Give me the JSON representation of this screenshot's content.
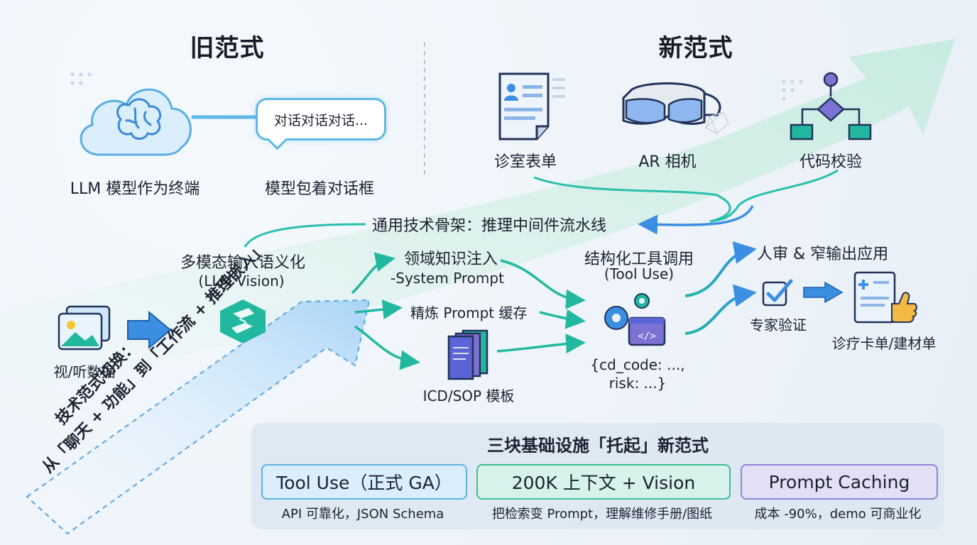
{
  "old": {
    "title": "旧范式",
    "llm_label": "LLM 模型作为终端",
    "bubble_text": "对话对话对话...",
    "dialog_label": "模型包着对话框"
  },
  "new": {
    "title": "新范式",
    "form_label": "诊室表单",
    "ar_label": "AR 相机",
    "code_label": "代码校验"
  },
  "backbone_label": "通用技术骨架：推理中间件流水线",
  "pipeline": {
    "input_label": "视/听数据",
    "multimodal_title": "多模态输入语义化",
    "multimodal_sub": "(LLM Vision)",
    "domain_title": "领域知识注入",
    "domain_sub": "-System Prompt",
    "cache_label": "精炼 Prompt 缓存",
    "template_label": "ICD/SOP 模板",
    "tool_title": "结构化工具调用",
    "tool_sub": "(Tool Use)",
    "json_line1": "{cd_code: ...,",
    "json_line2": "risk: ...}",
    "review_title": "人审 & 窄输出应用",
    "expert_label": "专家验证",
    "output_label": "诊疗卡单/建材单"
  },
  "shift_arrow": {
    "line1": "技术范式切换：",
    "line2": "从「聊天 + 功能」到「工作流 + 推理嵌入」"
  },
  "infra": {
    "title": "三块基础设施「托起」新范式",
    "pills": [
      {
        "label": "Tool Use（正式 GA）",
        "sub": "API 可靠化，JSON Schema"
      },
      {
        "label": "200K 上下文 + Vision",
        "sub": "把检索变 Prompt，理解维修手册/图纸"
      },
      {
        "label": "Prompt Caching",
        "sub": "成本 -90%，demo 可商业化"
      }
    ]
  },
  "colors": {
    "accent_blue": "#3b8fe3",
    "accent_teal": "#22b8a0",
    "accent_purple": "#7c72d4",
    "text_dark": "#1c2230"
  },
  "icons": [
    "cloud-brain-icon",
    "chat-bubble-icon",
    "form-document-icon",
    "vr-headset-icon",
    "flowchart-icon",
    "image-icon",
    "arrow-right-icon",
    "logo-icon",
    "books-icon",
    "gear-code-icon",
    "checkbox-icon",
    "document-thumbs-up-icon"
  ]
}
